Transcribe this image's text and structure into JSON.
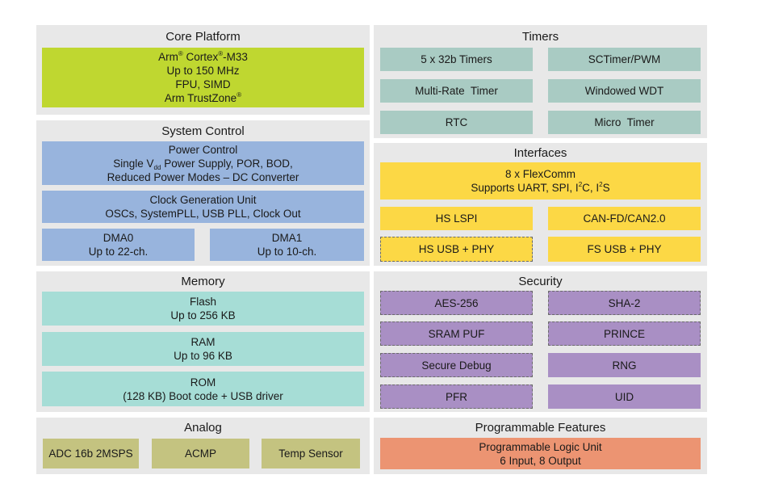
{
  "colors": {
    "panel_bg": "#e8e8e8",
    "core": "#bfd730",
    "system_control": "#98b4dd",
    "memory": "#a6ddd6",
    "timers": "#a9cbc3",
    "interfaces": "#fcd845",
    "security": "#a98fc4",
    "analog": "#c4c380",
    "programmable": "#ec9472"
  },
  "core_platform": {
    "title": "Core Platform",
    "cpu": {
      "arm": "Arm",
      "cortex": "Cortex",
      "model": "-M33",
      "reg": "®"
    },
    "speed": "Up to 150 MHz",
    "fpu": "FPU, SIMD",
    "trustzone": "Arm TrustZone",
    "tz_reg": "®"
  },
  "system_control": {
    "title": "System Control",
    "power": {
      "title": "Power Control",
      "line2_pre": "Single V",
      "line2_sub": "dd",
      "line2_post": " Power Supply, POR, BOD,",
      "line3": "Reduced Power Modes – DC Converter"
    },
    "clock": {
      "title": "Clock Generation Unit",
      "detail": "OSCs, SystemPLL, USB PLL, Clock Out"
    },
    "dma0": {
      "title": "DMA0",
      "detail": "Up to 22-ch."
    },
    "dma1": {
      "title": "DMA1",
      "detail": "Up to 10-ch."
    }
  },
  "memory": {
    "title": "Memory",
    "flash": {
      "title": "Flash",
      "detail": "Up to 256 KB"
    },
    "ram": {
      "title": "RAM",
      "detail": "Up to 96 KB"
    },
    "rom": {
      "title": "ROM",
      "detail": "(128 KB) Boot code + USB driver"
    }
  },
  "analog": {
    "title": "Analog",
    "adc": "ADC 16b 2MSPS",
    "acmp": "ACMP",
    "temp": "Temp Sensor"
  },
  "timers": {
    "title": "Timers",
    "timers32": "5 x 32b Timers",
    "sctimer": "SCTimer/PWM",
    "mrt": "Multi-Rate  Timer",
    "wwdt": "Windowed WDT",
    "rtc": "RTC",
    "micro": "Micro  Timer"
  },
  "interfaces": {
    "title": "Interfaces",
    "flexcomm": {
      "title": "8 x FlexComm",
      "line2_pre": "Supports UART, SPI, I",
      "sup1": "2",
      "line2_mid": "C, I",
      "sup2": "2",
      "line2_post": "S"
    },
    "hslspi": "HS LSPI",
    "canfd": "CAN-FD/CAN2.0",
    "hsusb": "HS USB + PHY",
    "fsusb": "FS USB + PHY"
  },
  "security": {
    "title": "Security",
    "aes": "AES-256",
    "sha": "SHA-2",
    "srampuf": "SRAM PUF",
    "prince": "PRINCE",
    "debug": "Secure Debug",
    "rng": "RNG",
    "pfr": "PFR",
    "uid": "UID"
  },
  "programmable": {
    "title": "Programmable Features",
    "plu_title": "Programmable Logic Unit",
    "plu_detail": "6 Input, 8 Output"
  }
}
